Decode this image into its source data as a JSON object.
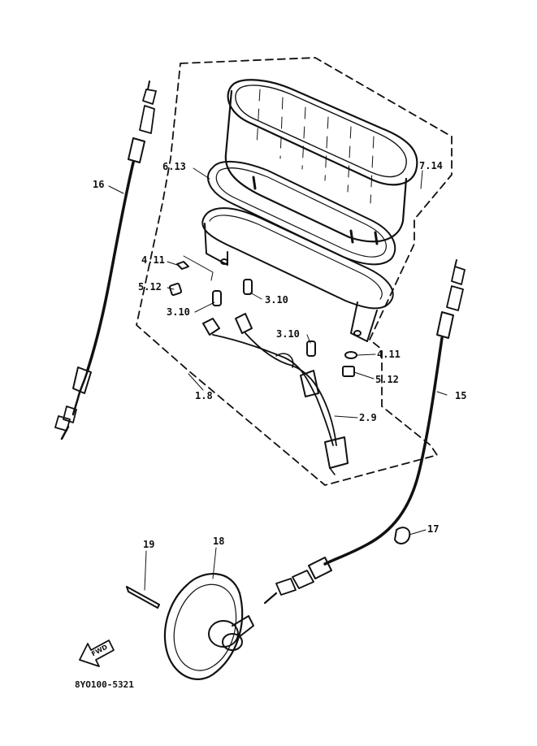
{
  "diagram": {
    "callouts": {
      "p16": "16",
      "p613": "6.13",
      "p714": "7.14",
      "p411a": "4.11",
      "p512a": "5.12",
      "p310a": "3.10",
      "p310b": "3.10",
      "p310c": "3.10",
      "p411b": "4.11",
      "p512b": "5.12",
      "p18": "1.8",
      "p29": "2.9",
      "p15": "15",
      "p17": "17",
      "p19": "19",
      "p18b": "18"
    },
    "direction_mark": "FWD",
    "drawing_code": "8YO100-5321"
  }
}
